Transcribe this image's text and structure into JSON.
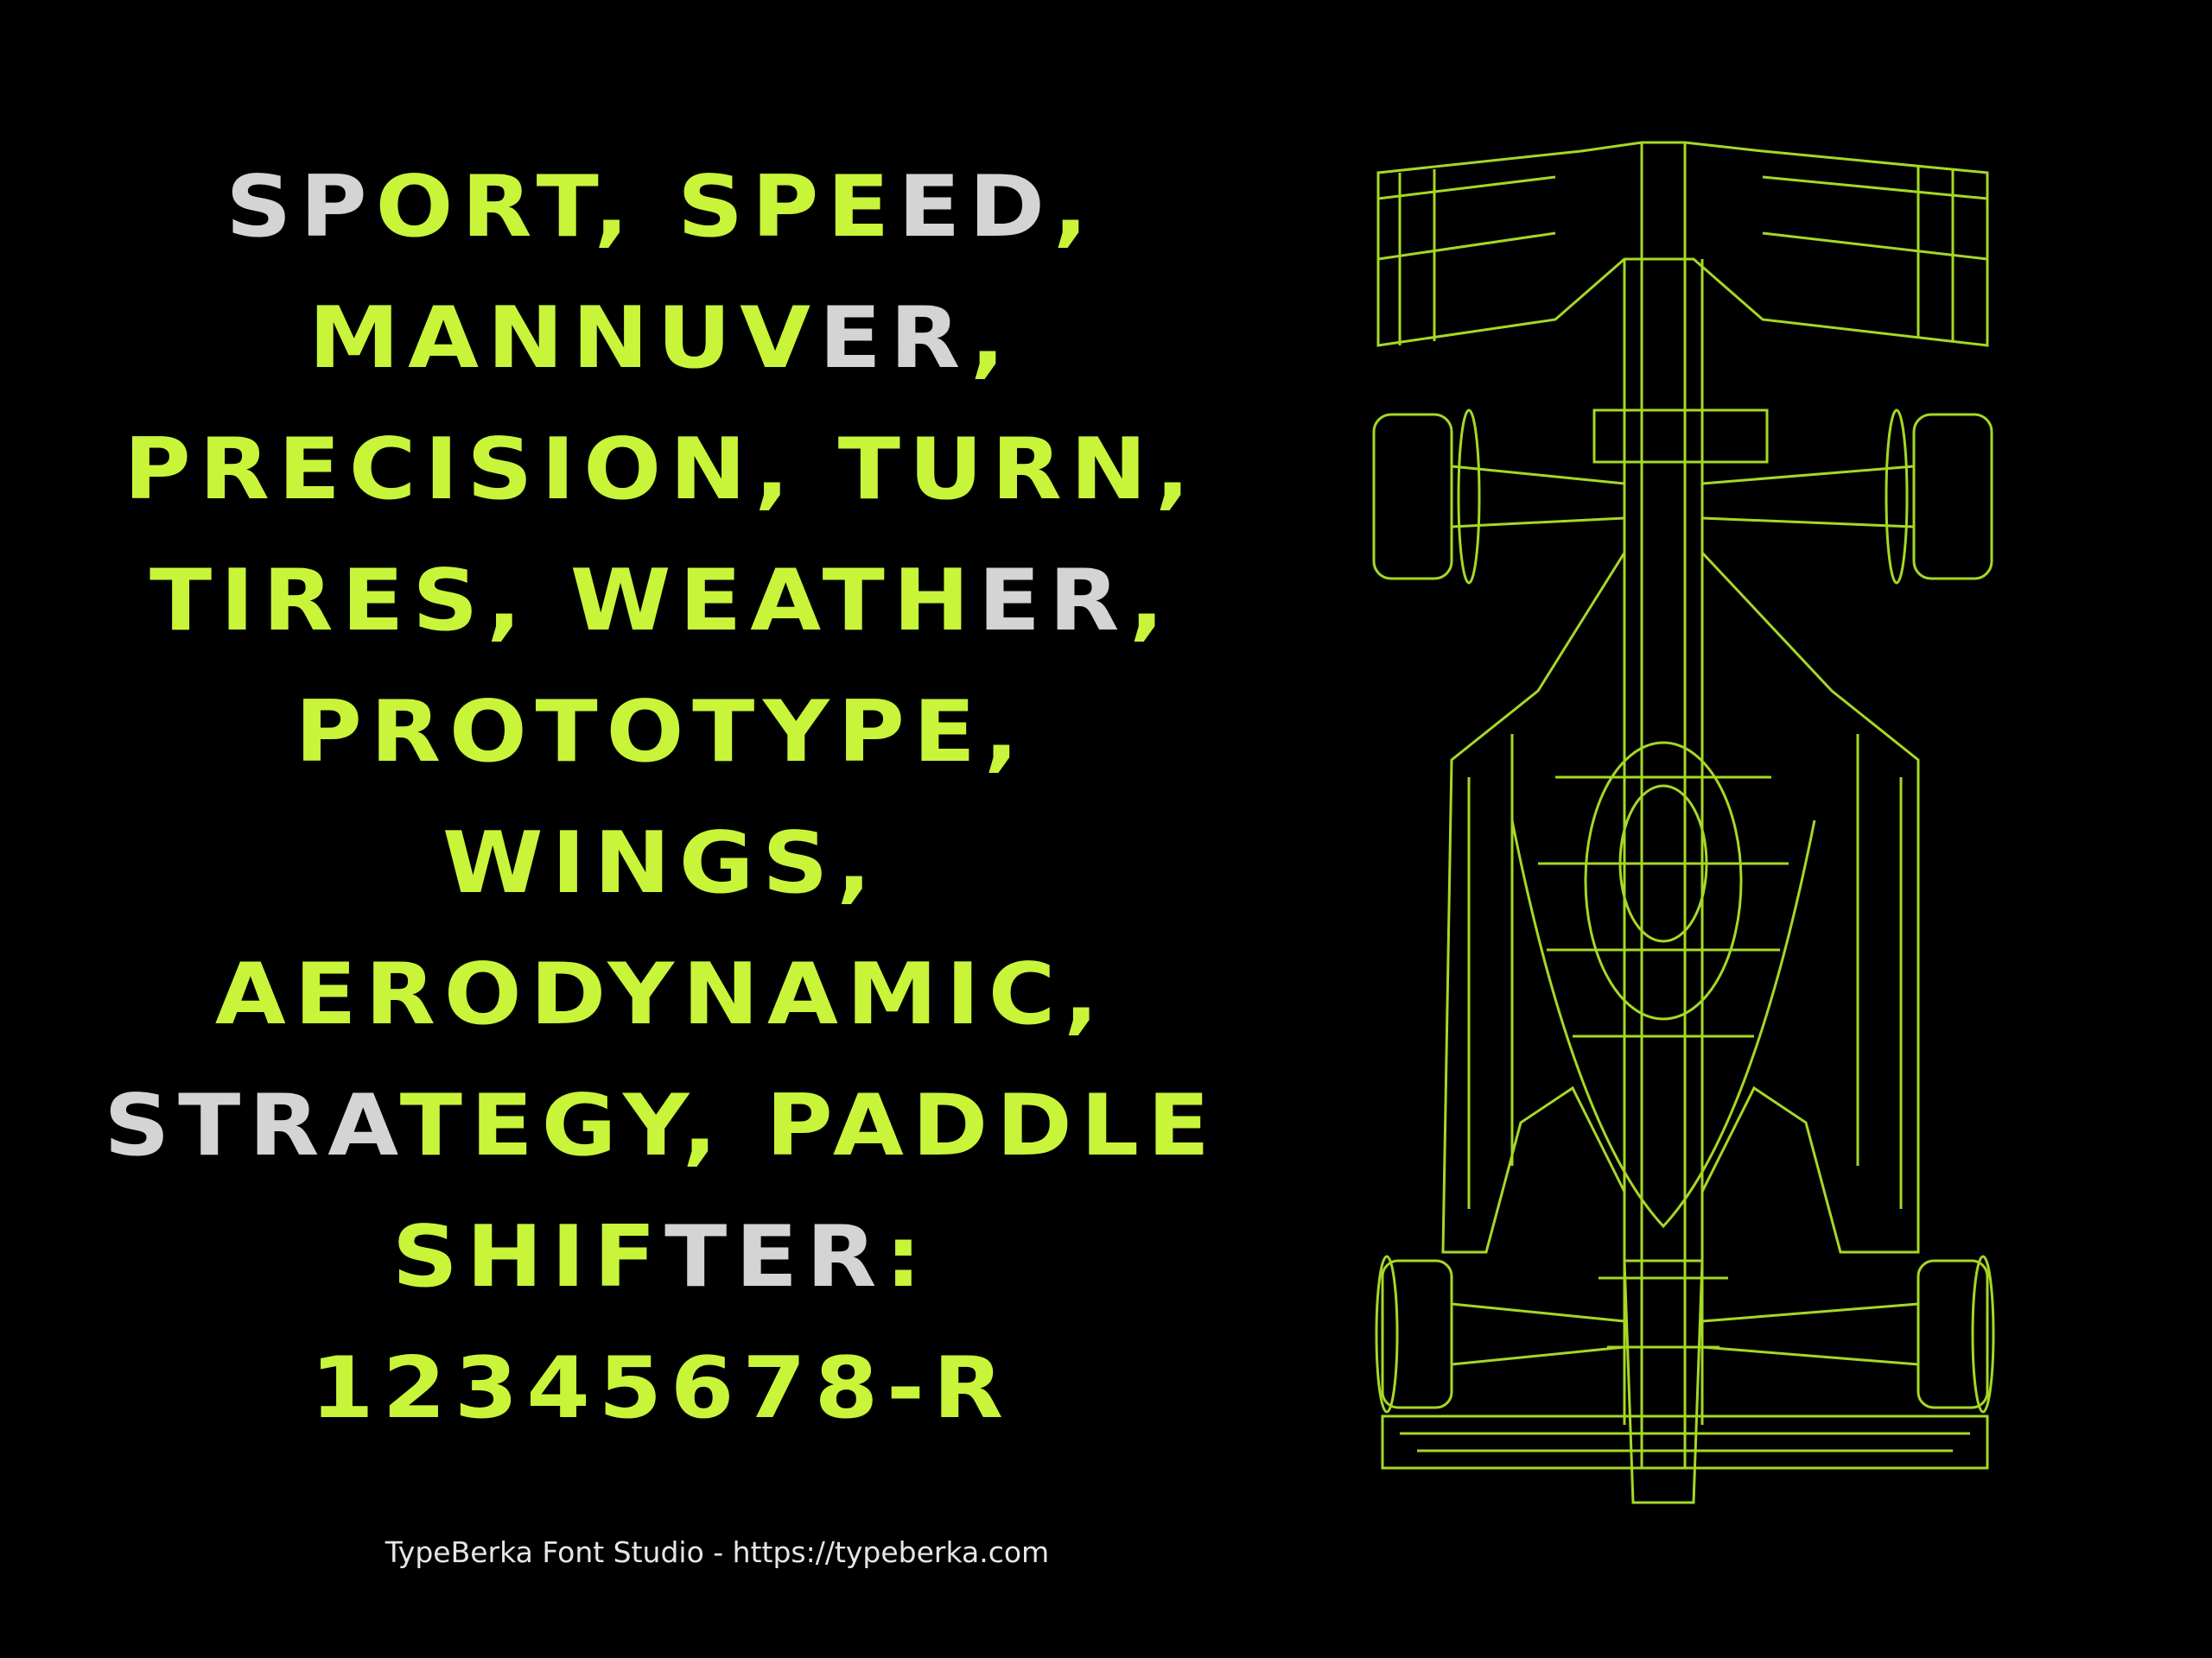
{
  "lines": [
    [
      {
        "t": "SP",
        "c": "s"
      },
      {
        "t": "ORT, SPE",
        "c": "g"
      },
      {
        "t": "ED",
        "c": "s"
      },
      {
        "t": ",",
        "c": "g"
      }
    ],
    [
      {
        "t": "MANNUV",
        "c": "g"
      },
      {
        "t": "ER",
        "c": "s"
      },
      {
        "t": ",",
        "c": "g"
      }
    ],
    [
      {
        "t": "PRECISION, TURN,",
        "c": "g"
      }
    ],
    [
      {
        "t": "TIRES, WEATH",
        "c": "g"
      },
      {
        "t": "ER",
        "c": "s"
      },
      {
        "t": ",",
        "c": "g"
      }
    ],
    [
      {
        "t": "PROTOTYPE,",
        "c": "g"
      }
    ],
    [
      {
        "t": "WINGS,",
        "c": "g"
      }
    ],
    [
      {
        "t": "AERODYNAMIC,",
        "c": "g"
      }
    ],
    [
      {
        "t": "STRA",
        "c": "s"
      },
      {
        "t": "TEGY, PADDLE",
        "c": "g"
      }
    ],
    [
      {
        "t": "SHIF",
        "c": "g"
      },
      {
        "t": "TER",
        "c": "s"
      },
      {
        "t": ":",
        "c": "g"
      }
    ],
    [
      {
        "t": "12345678-R",
        "c": "g"
      }
    ]
  ],
  "footer": "TypeBerka Font Studio - https://typeberka.com",
  "colors": {
    "accent": "#c8f53a",
    "silver": "#d4d4d4",
    "background": "#000000"
  },
  "illustration": "race-car-wireframe-icon"
}
